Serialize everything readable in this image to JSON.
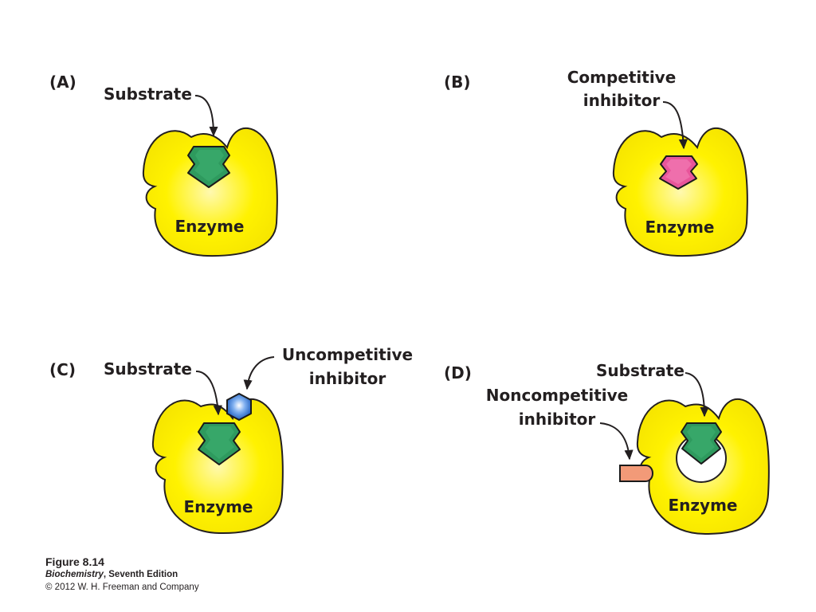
{
  "figure": {
    "panels": {
      "a": {
        "tag": "(A)",
        "substrate": "Substrate",
        "enzyme": "Enzyme"
      },
      "b": {
        "tag": "(B)",
        "inhibitor_line1": "Competitive",
        "inhibitor_line2": "inhibitor",
        "enzyme": "Enzyme"
      },
      "c": {
        "tag": "(C)",
        "substrate": "Substrate",
        "inhibitor_line1": "Uncompetitive",
        "inhibitor_line2": "inhibitor",
        "enzyme": "Enzyme"
      },
      "d": {
        "tag": "(D)",
        "substrate": "Substrate",
        "inhibitor_line1": "Noncompetitive",
        "inhibitor_line2": "inhibitor",
        "enzyme": "Enzyme"
      }
    },
    "caption": {
      "title": "Figure 8.14",
      "book": "Biochemistry",
      "edition": ", Seventh Edition",
      "copyright": "© 2012 W. H. Freeman and Company"
    },
    "colors": {
      "enzyme": "#fff200",
      "substrate": "#2e9a5e",
      "competitive_inhibitor": "#e8559a",
      "uncompetitive_inhibitor": "#2f78d6",
      "noncompetitive_inhibitor": "#f29a78"
    }
  }
}
